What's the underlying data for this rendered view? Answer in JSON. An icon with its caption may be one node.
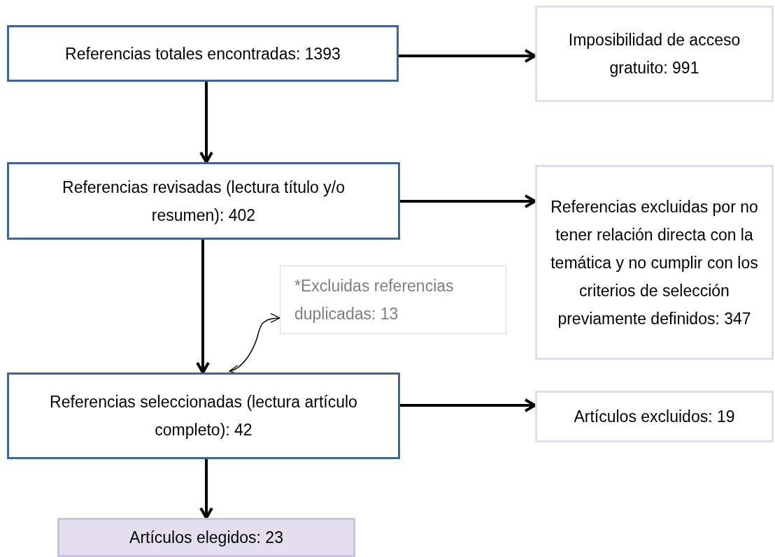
{
  "diagram": {
    "nodes": [
      {
        "text": [
          "Referencias totales encontradas: 1393"
        ]
      },
      {
        "text": [
          "Imposibilidad de acceso gratuito: 991"
        ]
      },
      {
        "text": [
          "Referencias revisadas (lectura título y/o resumen): 402"
        ]
      },
      {
        "text": [
          "Referencias excluidas por no tener relación directa con la temática y no cumplir con los criterios de selección previamente definidos: 347"
        ]
      },
      {
        "text": [
          "*Excluidas referencias duplicadas: 13"
        ]
      },
      {
        "text": [
          "Referencias seleccionadas (lectura artículo completo): 42"
        ]
      },
      {
        "text": [
          "Artículos excluidos: 19"
        ]
      },
      {
        "text": [
          "Artículos elegidos: 23"
        ]
      }
    ],
    "edges": [
      {
        "from": 0,
        "to": 1,
        "arrow": "to"
      },
      {
        "from": 0,
        "to": 2,
        "arrow": "to"
      },
      {
        "from": 2,
        "to": 3,
        "arrow": "to"
      },
      {
        "from": 2,
        "to": 5,
        "arrow": "to"
      },
      {
        "from": 4,
        "to": 5,
        "arrow": "both"
      },
      {
        "from": 5,
        "to": 6,
        "arrow": "to"
      },
      {
        "from": 5,
        "to": 7,
        "arrow": "to"
      }
    ]
  }
}
